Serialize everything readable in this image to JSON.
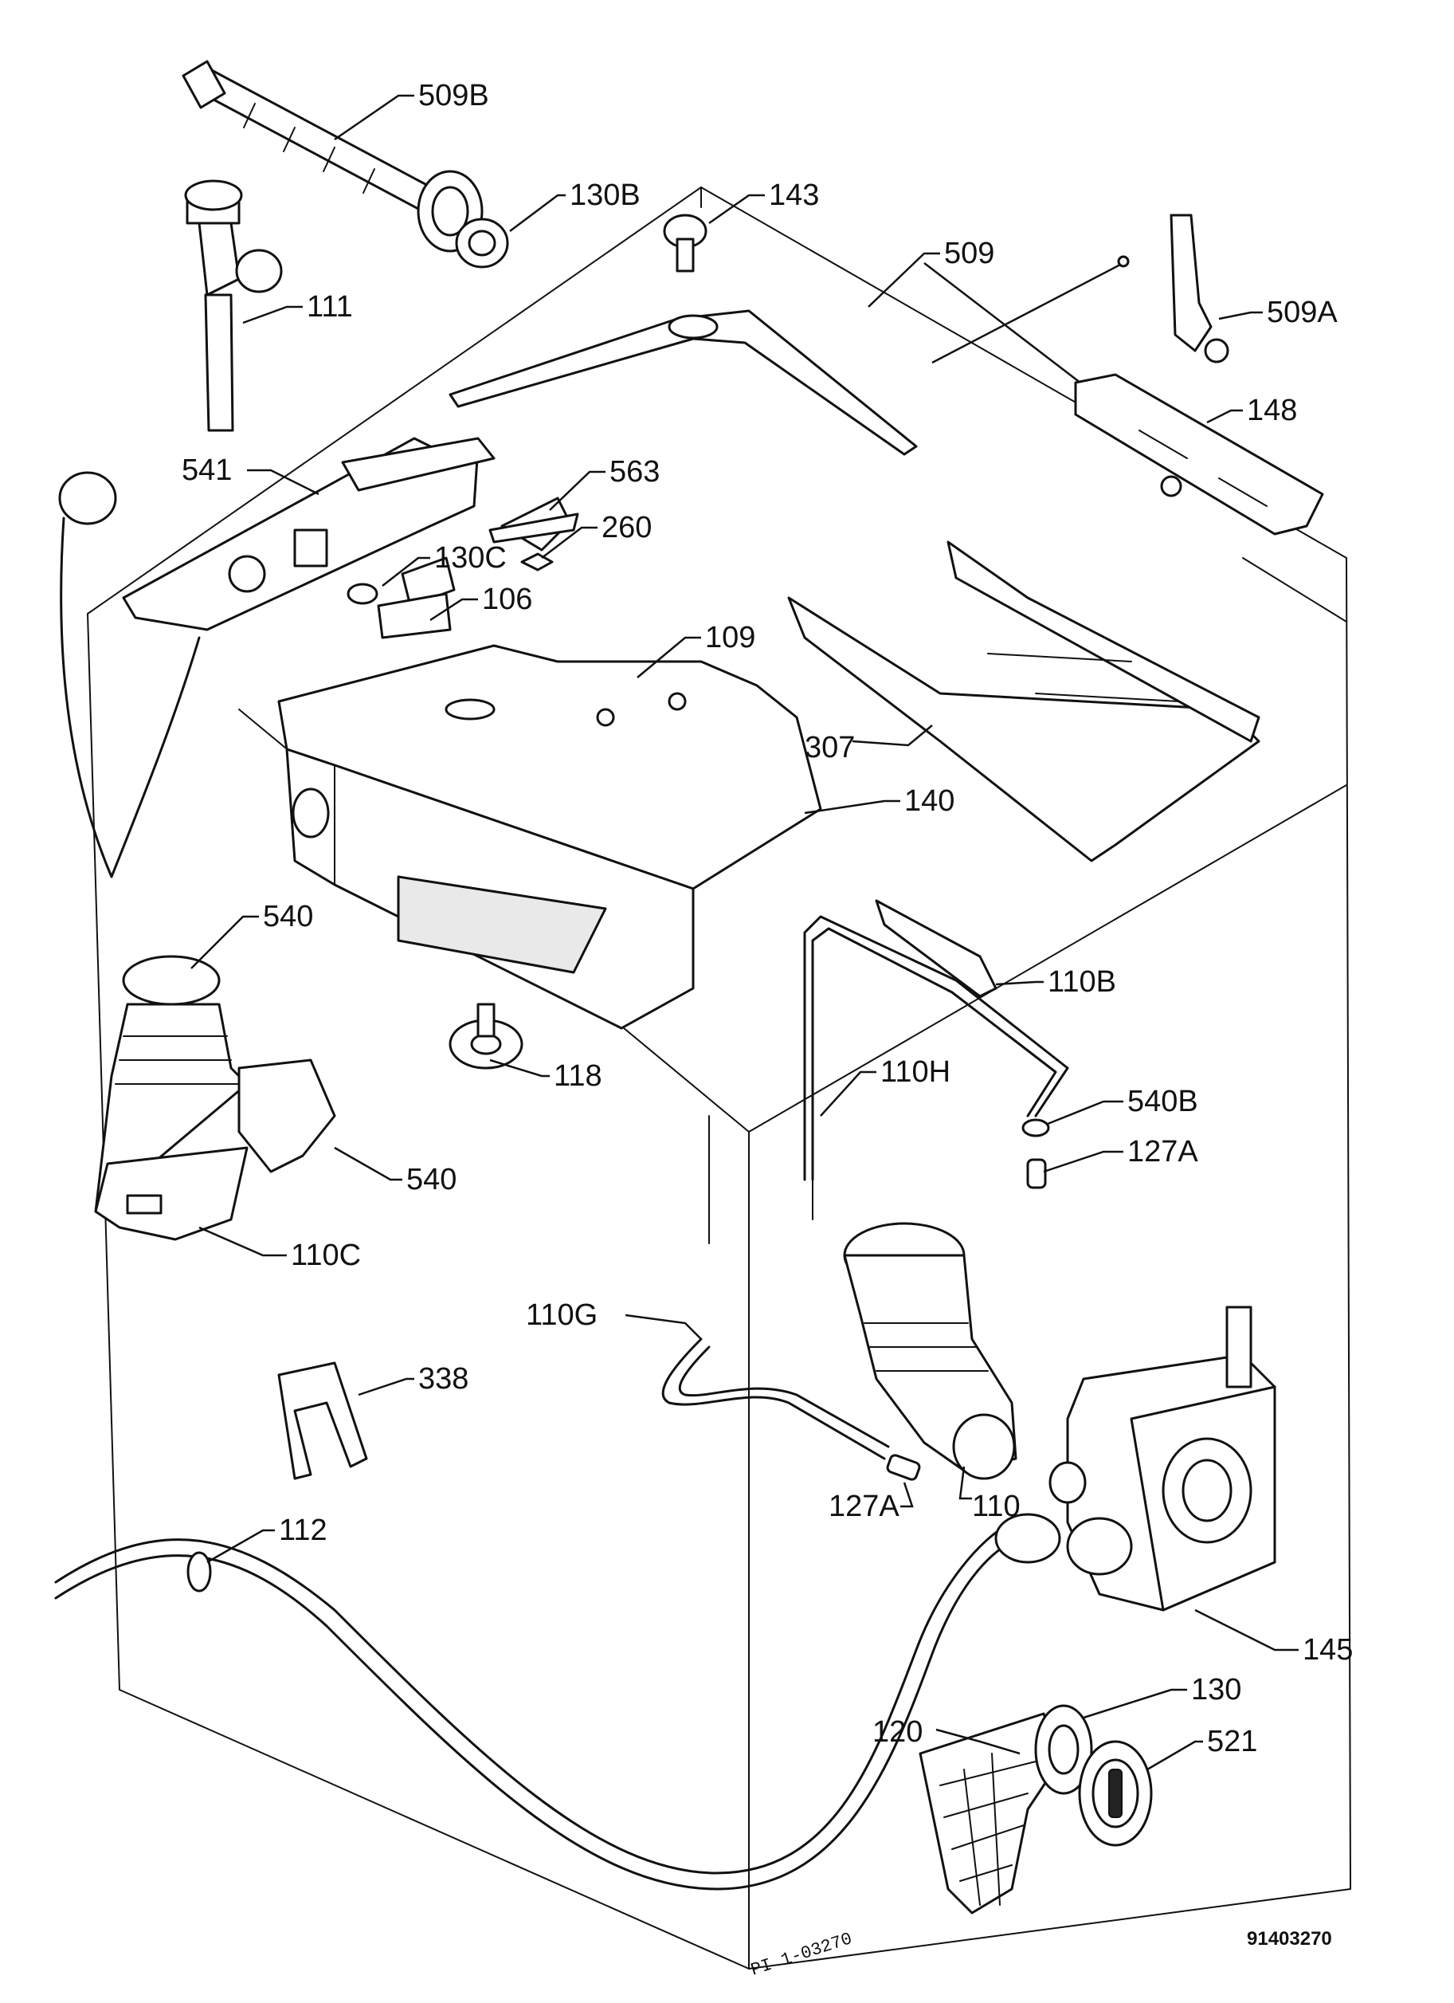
{
  "diagram": {
    "labels": {
      "l509B": "509B",
      "l130B": "130B",
      "l143": "143",
      "l509": "509",
      "l509A": "509A",
      "l111": "111",
      "l148": "148",
      "l541": "541",
      "l563": "563",
      "l260": "260",
      "l130C": "130C",
      "l106": "106",
      "l109": "109",
      "l307": "307",
      "l140": "140",
      "l540a": "540",
      "l110B": "110B",
      "l118": "118",
      "l110H": "110H",
      "l540B": "540B",
      "l540b": "540",
      "l127Aa": "127A",
      "l110C": "110C",
      "l110G": "110G",
      "l338": "338",
      "l127Ab": "127A",
      "l110": "110",
      "l112": "112",
      "l145": "145",
      "l130": "130",
      "l120": "120",
      "l521": "521"
    },
    "drawing_code": "91403270",
    "stamp": "PI 1-03270"
  }
}
